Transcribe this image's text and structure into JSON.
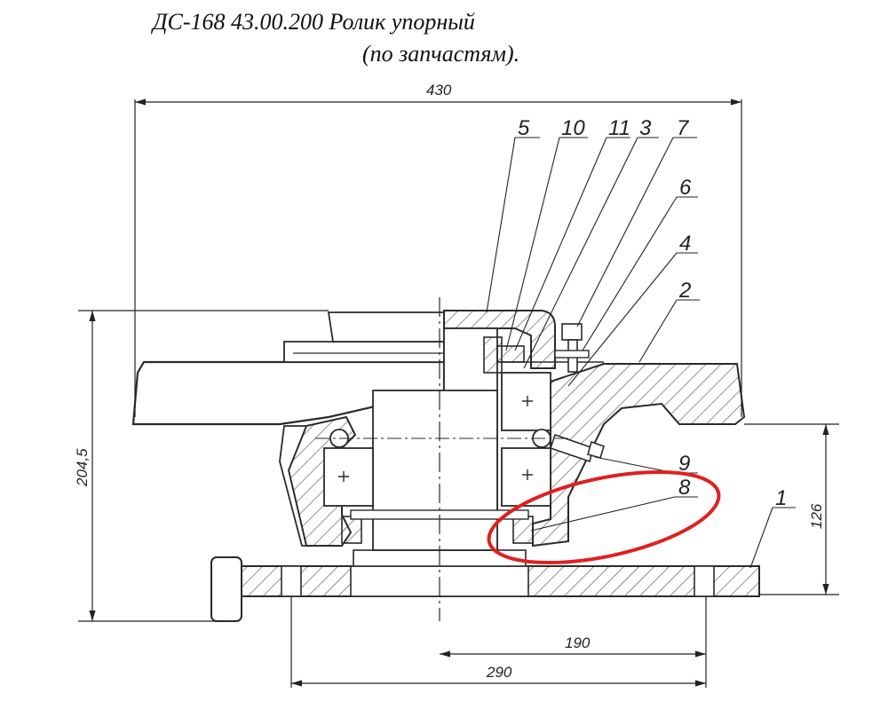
{
  "title": {
    "line1": "ДС-168 43.00.200 Ролик упорный",
    "line2": "(по запчастям)."
  },
  "dimensions": {
    "overall_width": "430",
    "overall_height": "204,5",
    "base_height": "126",
    "bolt_span_inner": "190",
    "bolt_span_outer": "290"
  },
  "callouts": [
    "5",
    "10",
    "11",
    "3",
    "7",
    "6",
    "4",
    "2",
    "9",
    "8",
    "1"
  ],
  "highlight": {
    "target": "8",
    "color": "#e02020"
  },
  "colors": {
    "line": "#2a2a2a",
    "hatch": "#555555",
    "highlight": "#e02020"
  }
}
